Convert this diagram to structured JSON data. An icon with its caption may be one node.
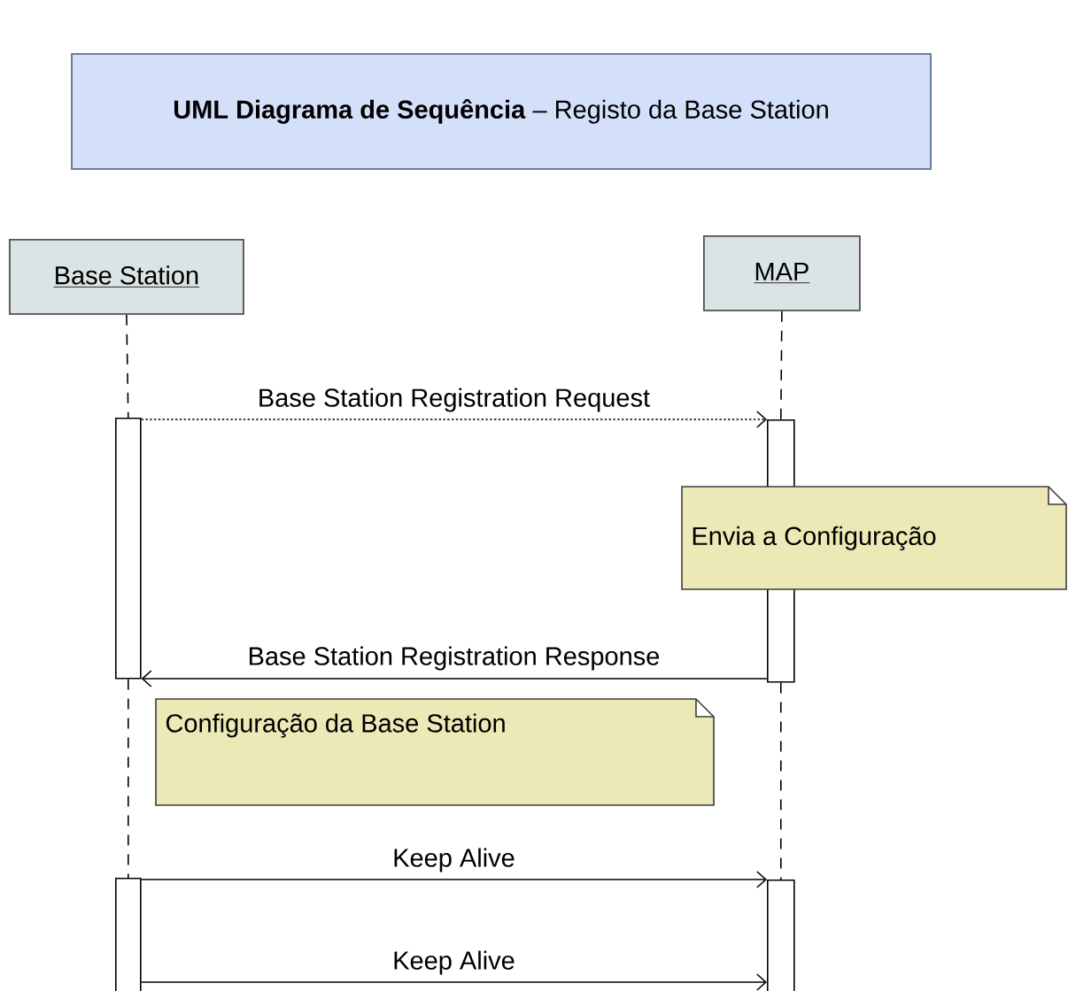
{
  "diagram": {
    "nodes": [
      {
        "text": [
          "**UML Diagrama de Sequência** – Registo da Base Station"
        ]
      },
      {
        "text": [
          "Base Station"
        ]
      },
      {
        "text": [
          "MAP"
        ]
      },
      {
        "text": [],
        "shape": "bar"
      },
      {
        "text": [],
        "shape": "bar"
      },
      {
        "text": [
          "Envia a Configuração"
        ]
      },
      {
        "text": [
          "Configuração da Base Station"
        ]
      },
      {
        "text": [],
        "shape": "bar"
      },
      {
        "text": [],
        "shape": "bar"
      }
    ],
    "edges": [
      {
        "from": 1,
        "to": 3,
        "arrow": "none",
        "style": "dashed"
      },
      {
        "from": 2,
        "to": 4,
        "arrow": "none",
        "style": "dashed"
      },
      {
        "from": 3,
        "to": 4,
        "arrow": "to",
        "style": "dashed",
        "label": "Base Station  Registration Request"
      },
      {
        "from": 4,
        "to": 3,
        "arrow": "to",
        "label": "Base Station Registration Response"
      },
      {
        "from": 3,
        "to": 7,
        "arrow": "none",
        "style": "dashed"
      },
      {
        "from": 4,
        "to": 8,
        "arrow": "none",
        "style": "dashed"
      },
      {
        "from": 7,
        "to": 8,
        "arrow": "to",
        "label": "Keep Alive"
      },
      {
        "from": 7,
        "to": 8,
        "arrow": "to",
        "label": "Keep Alive"
      }
    ]
  }
}
